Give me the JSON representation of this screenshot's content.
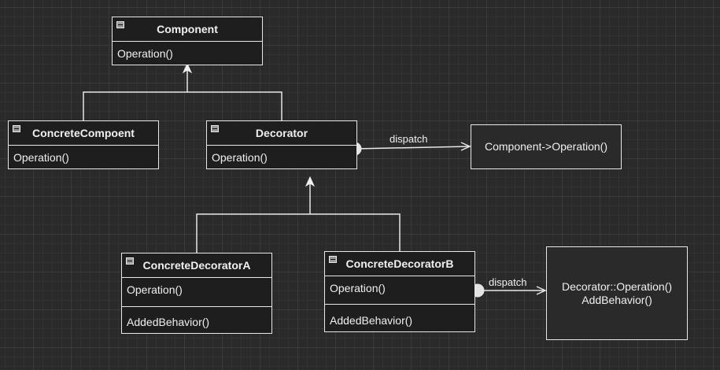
{
  "diagram": {
    "classes": {
      "component": {
        "name": "Component",
        "operations": [
          "Operation()"
        ]
      },
      "concrete_component": {
        "name": "ConcreteCompoent",
        "operations": [
          "Operation()"
        ]
      },
      "decorator": {
        "name": "Decorator",
        "operations": [
          "Operation()"
        ]
      },
      "concrete_decorator_a": {
        "name": "ConcreteDecoratorA",
        "operations": [
          "Operation()"
        ],
        "behaviors": [
          "AddedBehavior()"
        ]
      },
      "concrete_decorator_b": {
        "name": "ConcreteDecoratorB",
        "operations": [
          "Operation()"
        ],
        "behaviors": [
          "AddedBehavior()"
        ]
      }
    },
    "notes": {
      "decorator_note": {
        "lines": [
          "Component->Operation()"
        ]
      },
      "decorator_b_note": {
        "lines": [
          "Decorator::Operation()",
          "AddBehavior()"
        ]
      }
    },
    "edges": {
      "decorator_dispatch": "dispatch",
      "decorator_b_dispatch": "dispatch"
    }
  },
  "colors": {
    "background": "#2a2a2a",
    "stroke": "#e8e8e8",
    "text": "#f0f0f0"
  }
}
